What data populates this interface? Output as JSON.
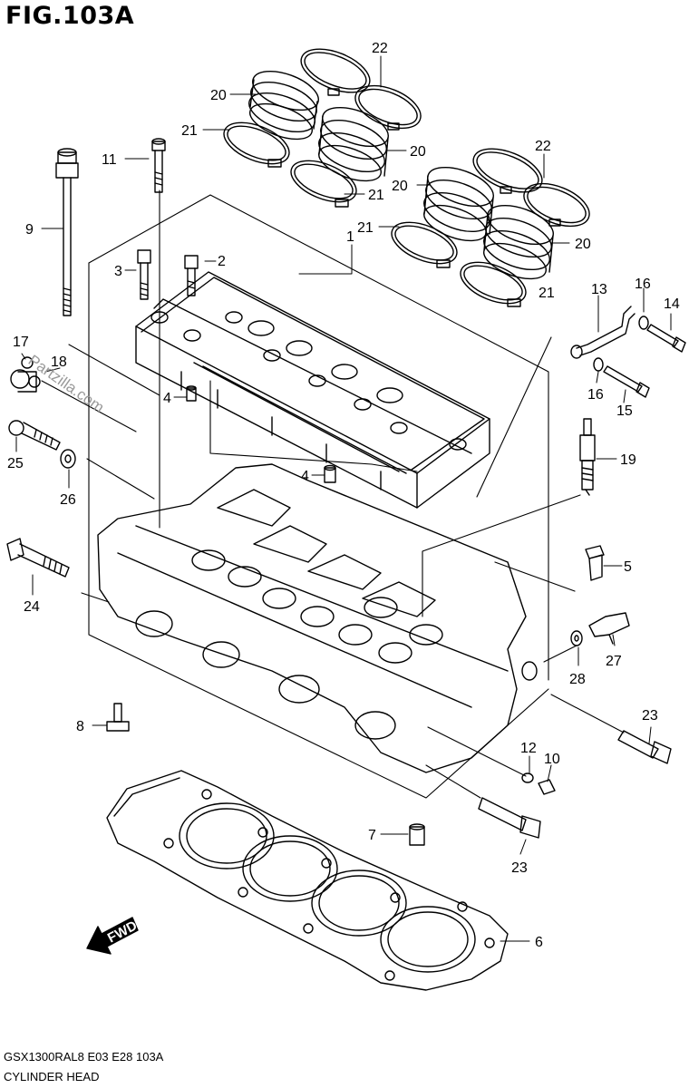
{
  "figure": {
    "title": "FIG.103A"
  },
  "footer": {
    "code": "GSX1300RAL8  E03  E28  103A",
    "name": "CYLINDER HEAD"
  },
  "watermark": "Partzilla.com",
  "direction_marker": "FWD",
  "callouts": [
    {
      "id": "c22a",
      "num": "22"
    },
    {
      "id": "c20a",
      "num": "20"
    },
    {
      "id": "c21a",
      "num": "21"
    },
    {
      "id": "c20b",
      "num": "20"
    },
    {
      "id": "c21b",
      "num": "21"
    },
    {
      "id": "c22b",
      "num": "22"
    },
    {
      "id": "c20c",
      "num": "20"
    },
    {
      "id": "c21c",
      "num": "21"
    },
    {
      "id": "c20d",
      "num": "20"
    },
    {
      "id": "c21d",
      "num": "21"
    },
    {
      "id": "c11",
      "num": "11"
    },
    {
      "id": "c9",
      "num": "9"
    },
    {
      "id": "c1",
      "num": "1"
    },
    {
      "id": "c2",
      "num": "2"
    },
    {
      "id": "c3",
      "num": "3"
    },
    {
      "id": "c13",
      "num": "13"
    },
    {
      "id": "c16a",
      "num": "16"
    },
    {
      "id": "c14",
      "num": "14"
    },
    {
      "id": "c17",
      "num": "17"
    },
    {
      "id": "c18",
      "num": "18"
    },
    {
      "id": "c16b",
      "num": "16"
    },
    {
      "id": "c15",
      "num": "15"
    },
    {
      "id": "c4a",
      "num": "4"
    },
    {
      "id": "c25",
      "num": "25"
    },
    {
      "id": "c19",
      "num": "19"
    },
    {
      "id": "c4b",
      "num": "4"
    },
    {
      "id": "c26",
      "num": "26"
    },
    {
      "id": "c24",
      "num": "24"
    },
    {
      "id": "c5",
      "num": "5"
    },
    {
      "id": "c27",
      "num": "27"
    },
    {
      "id": "c28",
      "num": "28"
    },
    {
      "id": "c8",
      "num": "8"
    },
    {
      "id": "c23a",
      "num": "23"
    },
    {
      "id": "c12",
      "num": "12"
    },
    {
      "id": "c10",
      "num": "10"
    },
    {
      "id": "c7",
      "num": "7"
    },
    {
      "id": "c23b",
      "num": "23"
    },
    {
      "id": "c6",
      "num": "6"
    }
  ]
}
